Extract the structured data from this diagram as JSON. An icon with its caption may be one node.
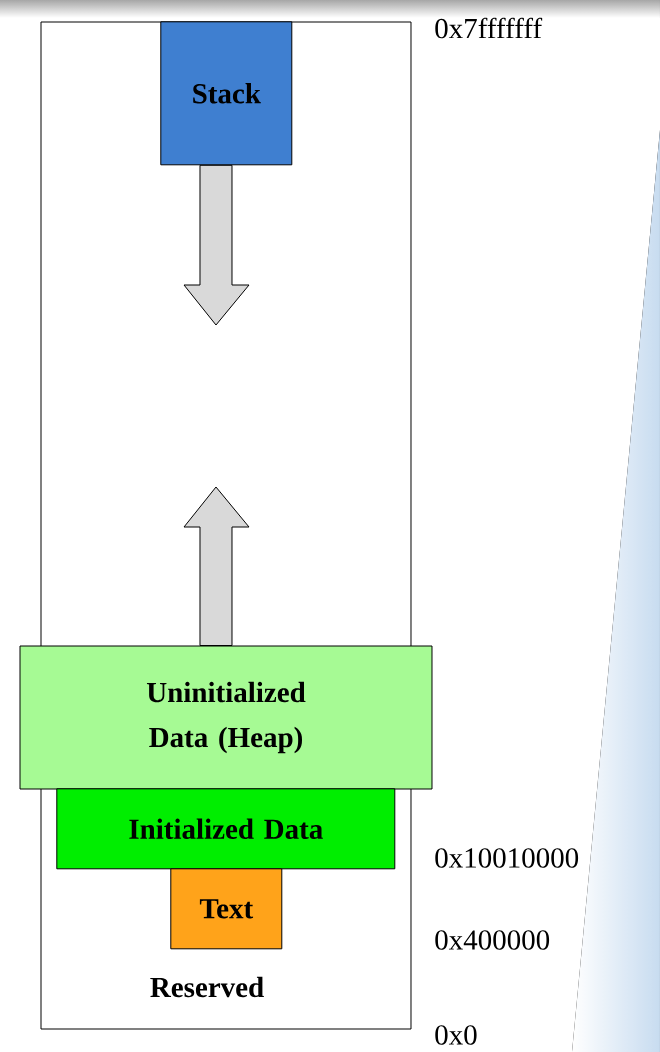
{
  "diagram": {
    "nodes": [
      {
        "text": [
          "Reserved"
        ]
      },
      {
        "text": [
          "Stack"
        ],
        "in": 0
      },
      {
        "text": [
          "Uninitialized Data (Heap)"
        ]
      },
      {
        "text": [
          "Initialized Data"
        ],
        "in": 0
      },
      {
        "text": [
          "Text"
        ],
        "in": 0
      }
    ],
    "edges": [
      {
        "from": 1,
        "to": null,
        "arrow": "to"
      },
      {
        "from": 2,
        "to": null,
        "arrow": "to"
      }
    ],
    "labels": [
      "0x7fffffff",
      "0x10010000",
      "0x400000",
      "0x0"
    ]
  }
}
